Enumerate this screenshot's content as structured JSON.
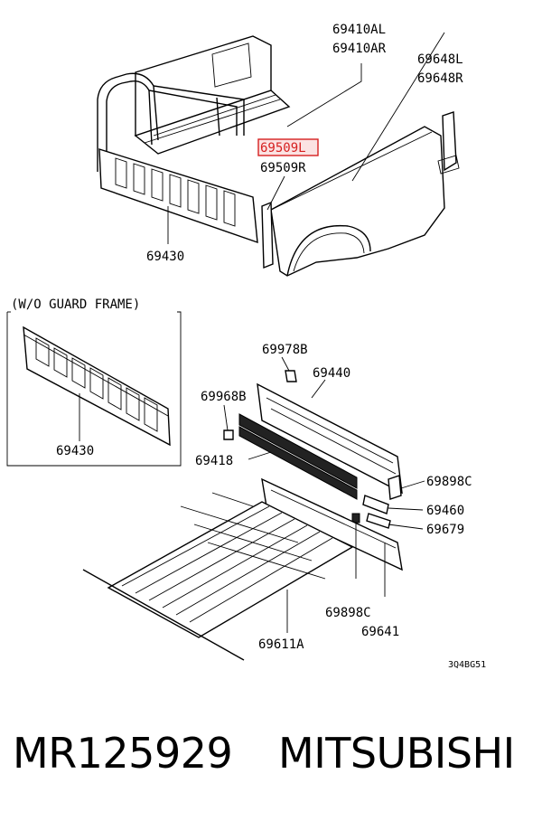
{
  "diagram": {
    "upper": {
      "labels": {
        "side_panel_l": "69410AL",
        "side_panel_r": "69410AR",
        "rear_pillar_l": "69648L",
        "rear_pillar_r": "69648R",
        "front_pillar_l": "69509L",
        "front_pillar_r": "69509R",
        "front_panel": "69430"
      }
    },
    "inset": {
      "caption": "(W/O GUARD FRAME)",
      "front_panel": "69430"
    },
    "lower": {
      "labels": {
        "clip": "69978B",
        "tailgate": "69440",
        "bolt": "69968B",
        "tailgate_trim": "69418",
        "hinge_right": "69898C",
        "hinge": "69460",
        "bracket": "69679",
        "hinge_lower": "69898C",
        "rear_sill": "69641",
        "floor": "69611A"
      }
    },
    "code": "3Q4BG51",
    "highlight_color": "#d62020"
  },
  "footer": {
    "part_number": "MR125929",
    "brand": "MITSUBISHI"
  }
}
